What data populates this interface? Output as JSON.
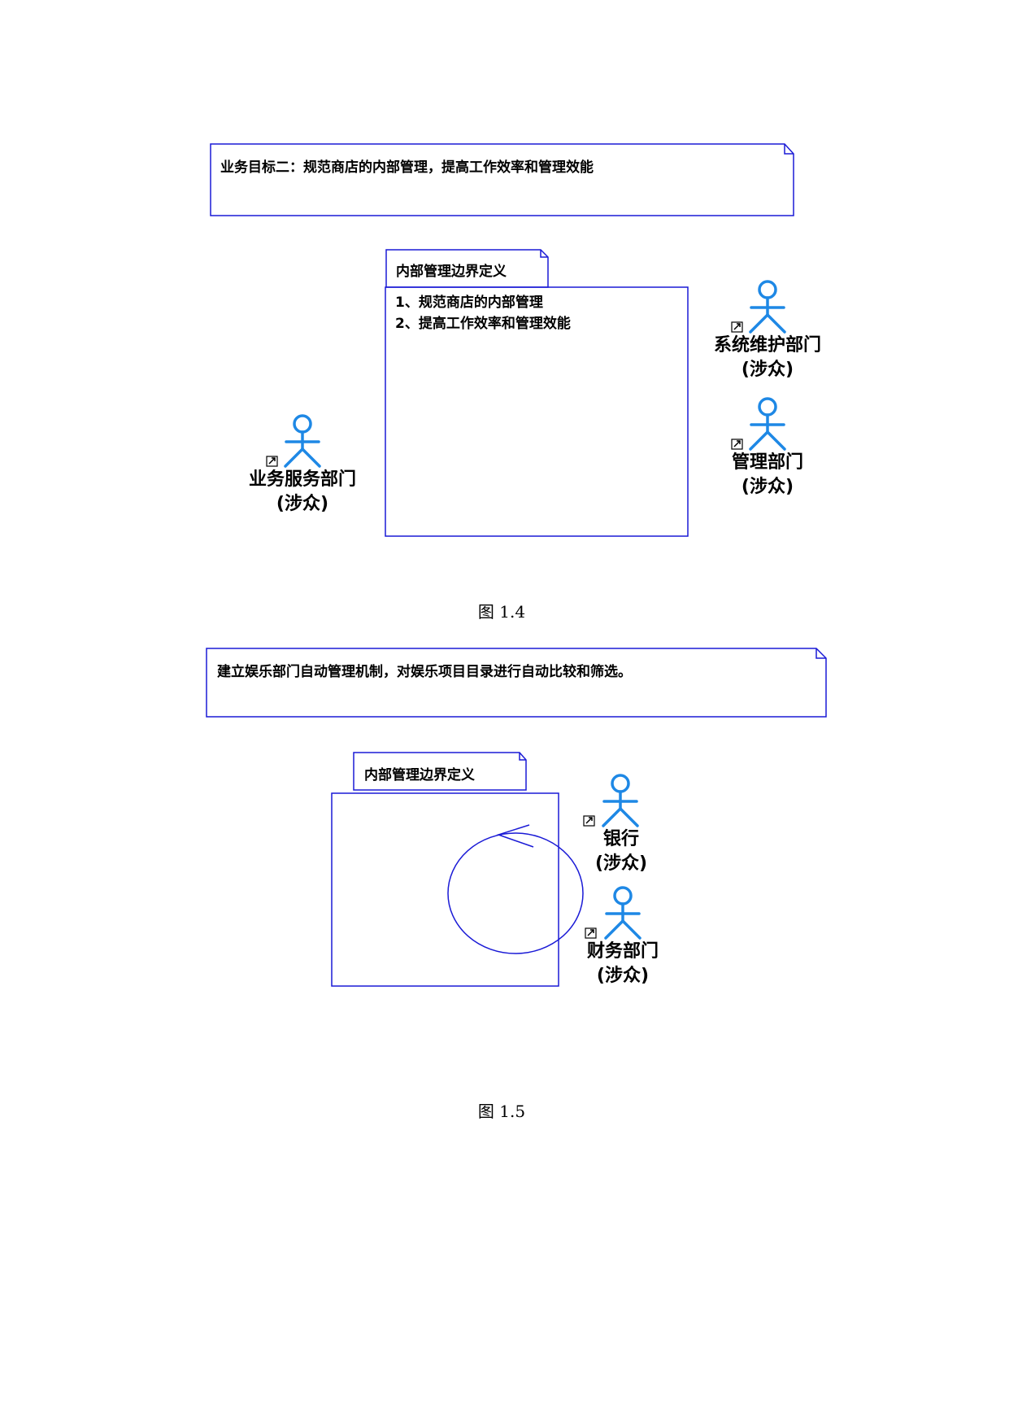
{
  "figure_1_4": {
    "note": "业务目标二：规范商店的内部管理，提高工作效率和管理效能",
    "package_tab": "内部管理边界定义",
    "package_lines": [
      "1、规范商店的内部管理",
      "2、提高工作效率和管理效能"
    ],
    "actors": [
      {
        "name": "业务服务部门",
        "role": "(涉众)"
      },
      {
        "name": "系统维护部门",
        "role": "(涉众)"
      },
      {
        "name": "管理部门",
        "role": "(涉众)"
      }
    ],
    "caption": "图 1.4"
  },
  "figure_1_5": {
    "note": "建立娱乐部门自动管理机制，对娱乐项目目录进行自动比较和筛选。",
    "package_tab": "内部管理边界定义",
    "actors": [
      {
        "name": "银行",
        "role": "(涉众)"
      },
      {
        "name": "财务部门",
        "role": "(涉众)"
      }
    ],
    "caption": "图 1.5"
  },
  "colors": {
    "border": "#1a1ad6",
    "actor": "#1e88e5"
  }
}
